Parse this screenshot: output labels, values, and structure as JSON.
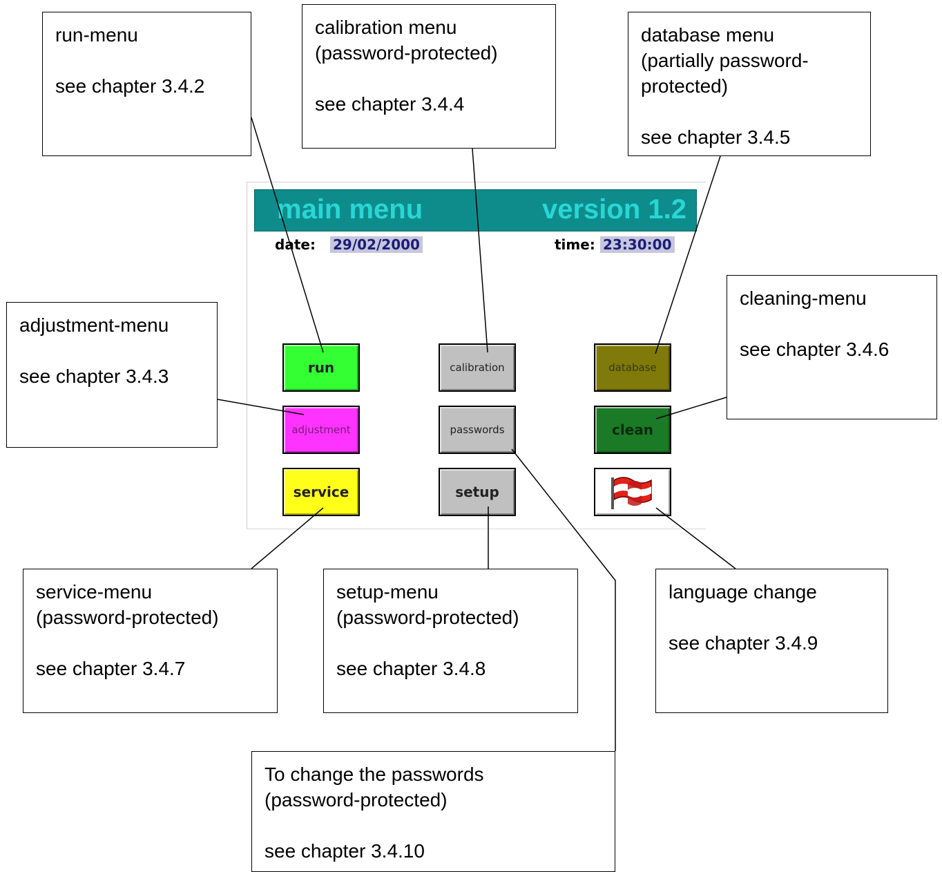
{
  "callouts": {
    "run": {
      "title": "run-menu",
      "ref": "see chapter 3.4.2"
    },
    "calibration": {
      "line1": "calibration menu",
      "line2": "(password-protected)",
      "ref": "see chapter 3.4.4"
    },
    "database": {
      "line1": "database menu",
      "line2": "(partially password-",
      "line3": "protected)",
      "ref": "see chapter 3.4.5"
    },
    "adjustment": {
      "title": "adjustment-menu",
      "ref": "see chapter 3.4.3"
    },
    "cleaning": {
      "title": "cleaning-menu",
      "ref": "see chapter 3.4.6"
    },
    "service": {
      "line1": "service-menu",
      "line2": "(password-protected)",
      "ref": "see chapter 3.4.7"
    },
    "setup": {
      "line1": "setup-menu",
      "line2": "(password-protected)",
      "ref": "see chapter 3.4.8"
    },
    "language": {
      "title": "language change",
      "ref": "see chapter 3.4.9"
    },
    "passwords": {
      "line1": "To change the passwords",
      "line2": "(password-protected)",
      "ref": "see chapter 3.4.10"
    }
  },
  "screen": {
    "title": "main menu",
    "version": "version 1.2",
    "date_label": "date:",
    "date_value": "29/02/2000",
    "time_label": "time:",
    "time_value": "23:30:00",
    "buttons": {
      "run": "run",
      "calibration": "calibration",
      "database": "database",
      "adjustment": "adjustment",
      "passwords": "passwords",
      "clean": "clean",
      "service": "service",
      "setup": "setup"
    },
    "colors": {
      "run": "#33ff33",
      "calibration": "#c0c0c0",
      "database": "#7f7a0a",
      "adjustment": "#ff33ff",
      "passwords": "#c0c0c0",
      "clean": "#1b7a25",
      "service": "#ffff1a",
      "setup": "#c0c0c0",
      "title_bar": "#0e8c8c"
    }
  }
}
